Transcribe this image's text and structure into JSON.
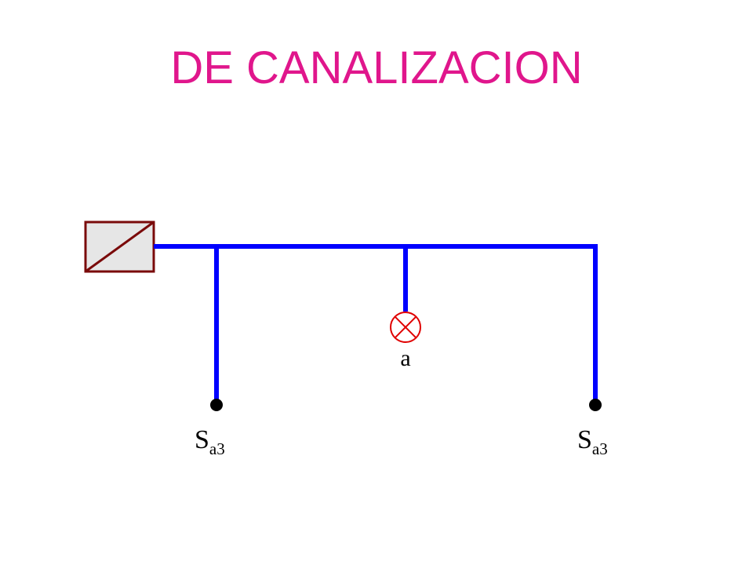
{
  "title": "DE CANALIZACION",
  "colors": {
    "title": "#e0168c",
    "conduit": "#0000ff",
    "panel_border": "#7a0a0a",
    "panel_fill": "#e6e6e6",
    "lamp": "#e00000",
    "switch_dot": "#000000"
  },
  "diagram": {
    "panel": {
      "icon": "distribution-panel-icon"
    },
    "lamp": {
      "icon": "lamp-icon",
      "label": "a"
    },
    "switches": [
      {
        "icon": "switch-icon",
        "label_main": "S",
        "label_sub": "a3"
      },
      {
        "icon": "switch-icon",
        "label_main": "S",
        "label_sub": "a3"
      }
    ]
  }
}
